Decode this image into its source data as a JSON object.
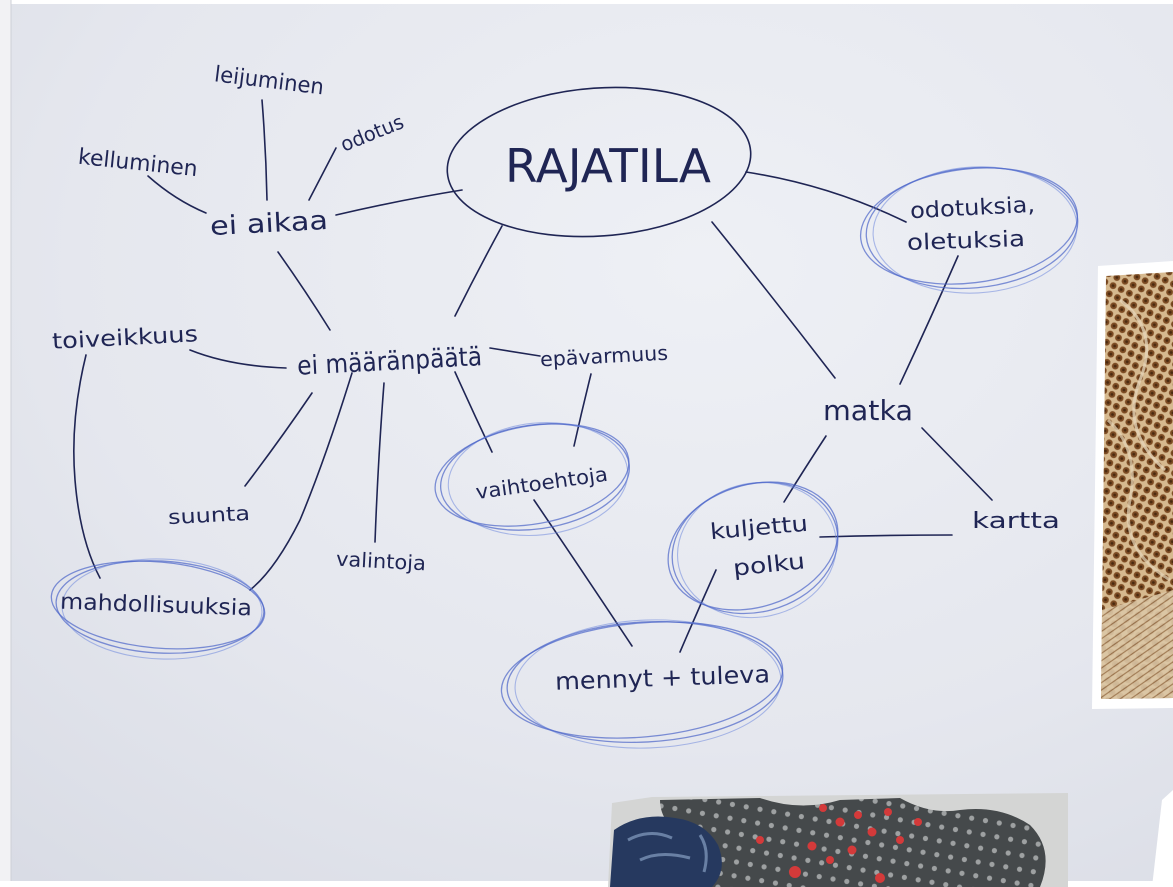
{
  "mind_map": {
    "center": "RAJATILA",
    "leijuminen": "leijuminen",
    "odotus": "odotus",
    "kelluminen": "kelluminen",
    "ei_aikaa": "ei aikaa",
    "odotuksia": "odotuksia,",
    "oletuksia": "oletuksia",
    "toiveikkuus": "toiveikkuus",
    "ei_maaranpaata": "ei määränpäätä",
    "epavarmuus": "epävarmuus",
    "matka": "matka",
    "vaihtoehtoja": "vaihtoehtoja",
    "suunta": "suunta",
    "kuljettu": "kuljettu",
    "polku": "polku",
    "kartta": "kartta",
    "valintoja": "valintoja",
    "mahdollisuuksia": "mahdollisuuksia",
    "mennyt_tuleva": "mennyt + tuleva"
  },
  "colors": {
    "ink": "#1f2554",
    "highlight": "#4f68c9",
    "paper": "#e6e8ef"
  },
  "photos": [
    "texture-photo",
    "jewelry-photo"
  ]
}
